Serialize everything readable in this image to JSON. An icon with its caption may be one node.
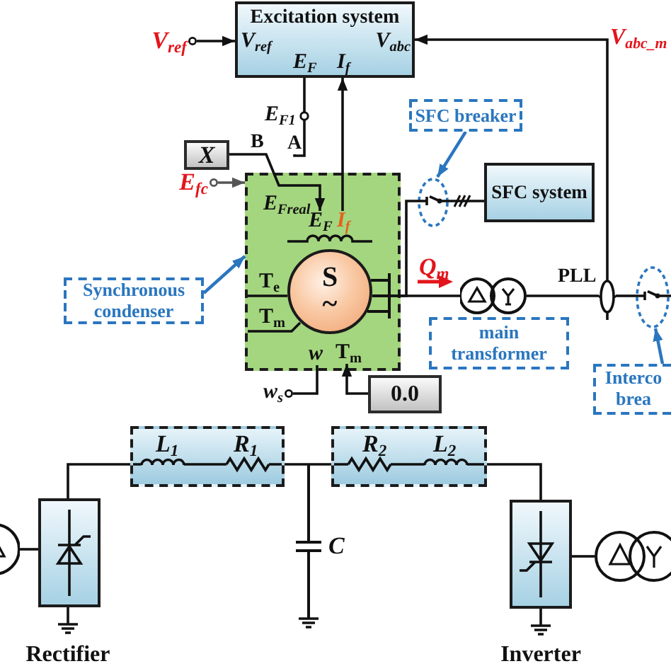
{
  "diagram": {
    "nodes": [
      {
        "text": [
          "Excitation system",
          "V$_{ref}$",
          "E$_{F}$",
          "I$_{f}$",
          "V$_{abc}$"
        ]
      },
      {
        "text": [
          "V$_{ref}$"
        ]
      },
      {
        "text": [
          "A"
        ]
      },
      {
        "text": [
          "X"
        ]
      },
      {
        "text": [
          "E$_{fc}$"
        ]
      },
      {
        "text": [
          "E$_{Freal}$",
          "T$_{e}$",
          "T$_{m}$"
        ]
      },
      {
        "text": [
          "E$_{F}$",
          "I$_{f}$"
        ],
        "in": 5
      },
      {
        "text": [
          "S ~"
        ],
        "in": 5
      },
      {
        "text": [
          "w"
        ],
        "in": 5
      },
      {
        "text": [
          "T$_{m}$"
        ],
        "in": 5
      },
      {
        "text": [
          "Synchronous condenser"
        ]
      },
      {
        "text": [
          "SFC breaker"
        ]
      },
      {
        "text": [],
        "shape": "ellipse"
      },
      {
        "text": [
          "SFC system"
        ]
      },
      {
        "text": [],
        "shape": "circle"
      },
      {
        "text": [],
        "shape": "ellipse",
        "beside": [
          "PLL"
        ]
      },
      {
        "text": [],
        "shape": "ellipse"
      },
      {
        "text": [
          "main transformer"
        ]
      },
      {
        "text": [
          "Interco brea"
        ]
      },
      {
        "text": [
          "w$_{s}$"
        ]
      },
      {
        "text": [
          "0.0"
        ]
      },
      {
        "text": [
          "L$_{1}$",
          "R$_{1}$"
        ]
      },
      {
        "text": [
          "R$_{2}$",
          "L$_{2}$"
        ]
      },
      {
        "text": [],
        "shape": "circle"
      },
      {
        "text": [],
        "shape": "box",
        "beside": [
          "Rectifier"
        ]
      },
      {
        "text": [],
        "shape": "box",
        "beside": [
          "Inverter"
        ]
      },
      {
        "text": [],
        "shape": "circle"
      }
    ],
    "edges": [
      {
        "from": 1,
        "to": 0,
        "arrow": "to"
      },
      {
        "from": 15,
        "to": 0,
        "arrow": "to",
        "label": "V$_{abc_m}$"
      },
      {
        "from": 0,
        "to": 2,
        "arrow": "none",
        "label": "E$_{F1}$"
      },
      {
        "from": 3,
        "to": 6,
        "arrow": "to"
      },
      {
        "from": 4,
        "to": 5,
        "arrow": "to",
        "color": "#555555"
      },
      {
        "from": 6,
        "to": 0,
        "arrow": "to"
      },
      {
        "from": 10,
        "to": 5,
        "arrow": "to",
        "color": "#2a76bf"
      },
      {
        "from": 11,
        "to": 12,
        "arrow": "to",
        "color": "#2a76bf"
      },
      {
        "from": 7,
        "to": 12,
        "arrow": "none"
      },
      {
        "from": 12,
        "to": 13,
        "arrow": "none"
      },
      {
        "from": 7,
        "to": 14,
        "arrow": "none"
      },
      {
        "from": 14,
        "to": 15,
        "arrow": "none"
      },
      {
        "from": 15,
        "to": 16,
        "arrow": "none"
      },
      {
        "from": 18,
        "to": 16,
        "arrow": "to",
        "color": "#2a76bf"
      },
      {
        "from": 19,
        "to": 8,
        "arrow": "none"
      },
      {
        "from": 20,
        "to": 9,
        "arrow": "to"
      },
      {
        "from": 23,
        "to": 24,
        "arrow": "none"
      },
      {
        "from": 24,
        "to": 21,
        "arrow": "none"
      },
      {
        "from": 21,
        "to": 22,
        "arrow": "none"
      },
      {
        "from": 22,
        "to": 25,
        "arrow": "none"
      },
      {
        "from": 25,
        "to": 26,
        "arrow": "none"
      }
    ],
    "labels": [
      "B",
      "Q$_{m}$",
      "C"
    ]
  }
}
